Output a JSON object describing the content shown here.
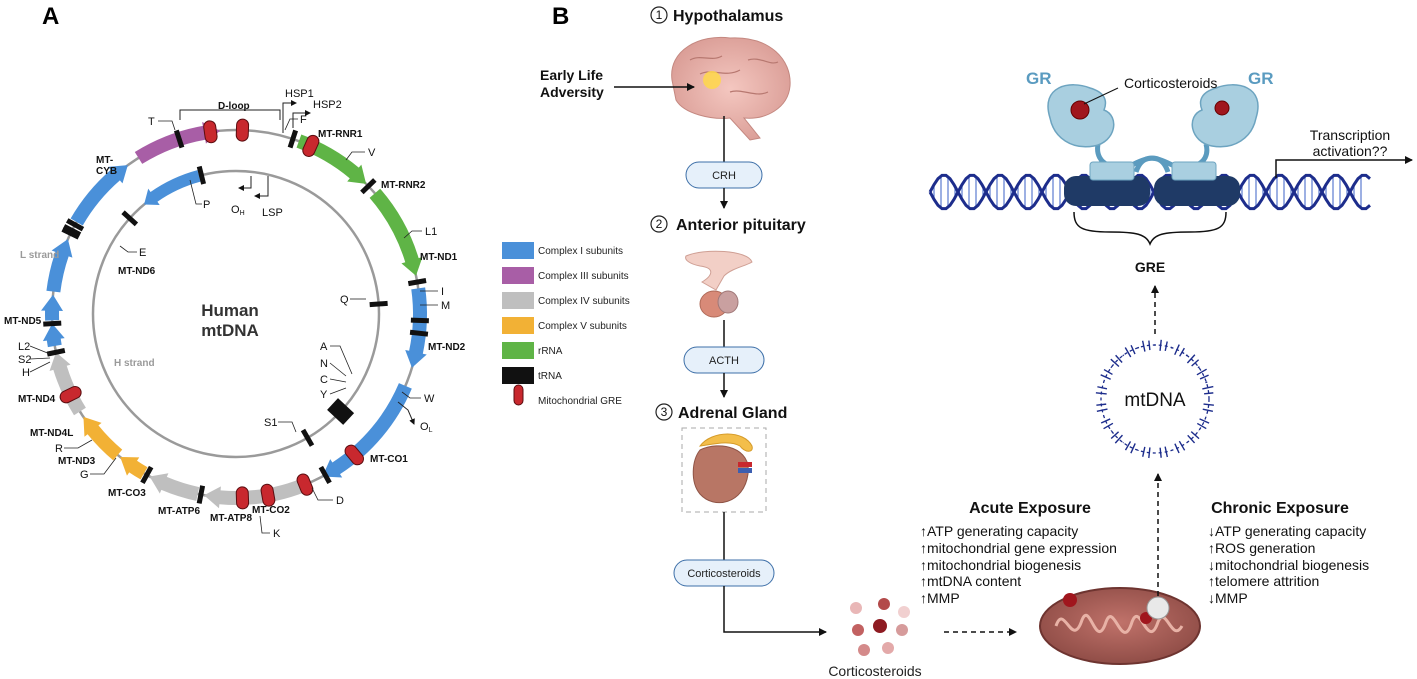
{
  "panel_a": {
    "label": "A",
    "center_title": [
      "Human",
      "mtDNA"
    ],
    "d_loop": "D-loop",
    "strand_l": "L strand",
    "strand_h": "H strand",
    "promoters": {
      "hsp1": "HSP1",
      "hsp2": "HSP2",
      "lsp": "LSP",
      "oh": "O",
      "oh_sub": "H",
      "ol": "O",
      "ol_sub": "L"
    },
    "genes": {
      "rnr1": "MT-RNR1",
      "rnr2": "MT-RNR2",
      "nd1": "MT-ND1",
      "nd2": "MT-ND2",
      "co1": "MT-CO1",
      "co2": "MT-CO2",
      "atp8": "MT-ATP8",
      "atp6": "MT-ATP6",
      "co3": "MT-CO3",
      "nd3": "MT-ND3",
      "nd4l": "MT-ND4L",
      "nd4": "MT-ND4",
      "nd5": "MT-ND5",
      "nd6": "MT-ND6",
      "cyb1": "MT-",
      "cyb2": "CYB"
    },
    "trnas": {
      "T": "T",
      "P": "P",
      "F": "F",
      "V": "V",
      "L1": "L1",
      "I": "I",
      "M": "M",
      "Q": "Q",
      "W": "W",
      "A": "A",
      "N": "N",
      "C": "C",
      "Y": "Y",
      "S1": "S1",
      "D": "D",
      "K": "K",
      "G": "G",
      "R": "R",
      "H": "H",
      "S2": "S2",
      "L2": "L2",
      "E": "E"
    }
  },
  "legend": [
    {
      "label": "Complex I subunits",
      "color": "#4a90d9"
    },
    {
      "label": "Complex III subunits",
      "color": "#a85ea6"
    },
    {
      "label": "Complex IV subunits",
      "color": "#bfbfbf"
    },
    {
      "label": "Complex V subunits",
      "color": "#f2b135"
    },
    {
      "label": "rRNA",
      "color": "#5fb446"
    },
    {
      "label": "tRNA",
      "color": "#111111"
    },
    {
      "label": "Mitochondrial GRE",
      "color": "#c8282e"
    }
  ],
  "colors": {
    "complex1": "#4a90d9",
    "complex3": "#a85ea6",
    "complex4": "#bfbfbf",
    "complex5": "#f2b135",
    "rrna": "#5fb446",
    "trna": "#111111",
    "gre": "#c8282e",
    "gr_protein": "#a9cfe0",
    "gre_block": "#1f3a66",
    "dna": "#1d2d8c"
  },
  "panel_b": {
    "label": "B",
    "steps": [
      {
        "num": "1",
        "title": "Hypothalamus"
      },
      {
        "num": "2",
        "title": "Anterior pituitary"
      },
      {
        "num": "3",
        "title": "Adrenal Gland"
      }
    ],
    "early_life": [
      "Early Life",
      "Adversity"
    ],
    "hormones": [
      "CRH",
      "ACTH",
      "Corticosteroids"
    ],
    "corticosteroids_label": "Corticosteroids",
    "gr_left": "GR",
    "gr_right": "GR",
    "gr_corticosteroids": "Corticosteroids",
    "transcription": "Transcription",
    "activation": "activation??",
    "gre": "GRE",
    "mtdna": "mtDNA",
    "acute": {
      "title": "Acute Exposure",
      "items": [
        "↑ATP  generating capacity",
        "↑mitochondrial gene expression",
        "↑mitochondrial biogenesis",
        "↑mtDNA content",
        "↑MMP"
      ]
    },
    "chronic": {
      "title": "Chronic Exposure",
      "items": [
        "↓ATP  generating capacity",
        "↑ROS generation",
        "↓mitochondrial biogenesis",
        "↑telomere attrition",
        "↓MMP"
      ]
    }
  }
}
